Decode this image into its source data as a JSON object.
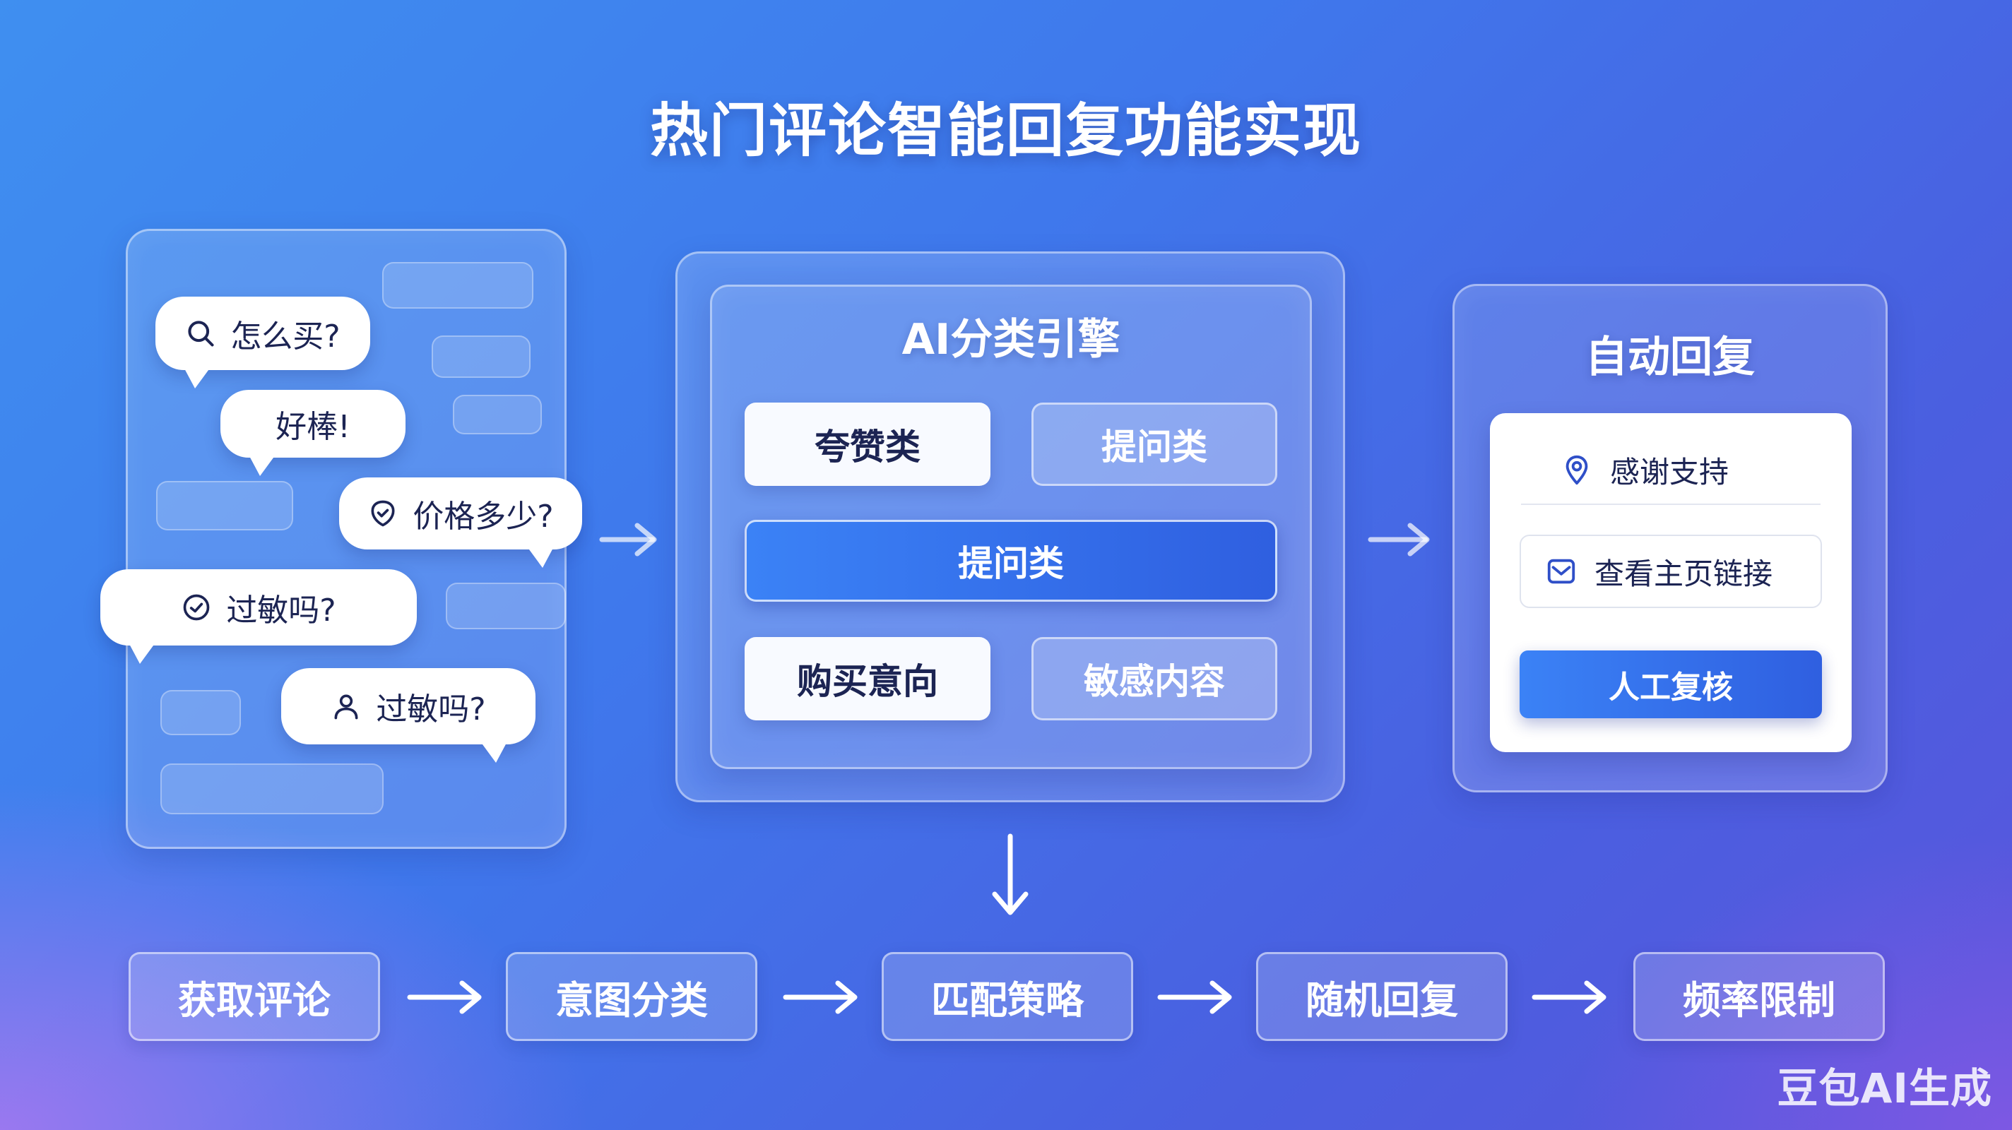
{
  "title": "热门评论智能回复功能实现",
  "comments": [
    {
      "icon": "search-icon",
      "text": "怎么买?"
    },
    {
      "icon": "",
      "text": "好棒!"
    },
    {
      "icon": "shield-check-icon",
      "text": "价格多少?"
    },
    {
      "icon": "check-circle-icon",
      "text": "过敏吗?"
    },
    {
      "icon": "user-icon",
      "text": "过敏吗?"
    }
  ],
  "classifier": {
    "title": "AI分类引擎",
    "categories": [
      "夸赞类",
      "提问类",
      "提问类",
      "购买意向",
      "敏感内容"
    ]
  },
  "auto_reply": {
    "title": "自动回复",
    "options": [
      {
        "icon": "location-pin-icon",
        "text": "感谢支持"
      },
      {
        "icon": "mail-icon",
        "text": "查看主页链接"
      }
    ],
    "review_button": "人工复核"
  },
  "pipeline": [
    "获取评论",
    "意图分类",
    "匹配策略",
    "随机回复",
    "频率限制"
  ],
  "watermark": "豆包AI生成",
  "colors": {
    "accent_blue": "#2f5fe0",
    "text_dark": "#1c2453"
  }
}
